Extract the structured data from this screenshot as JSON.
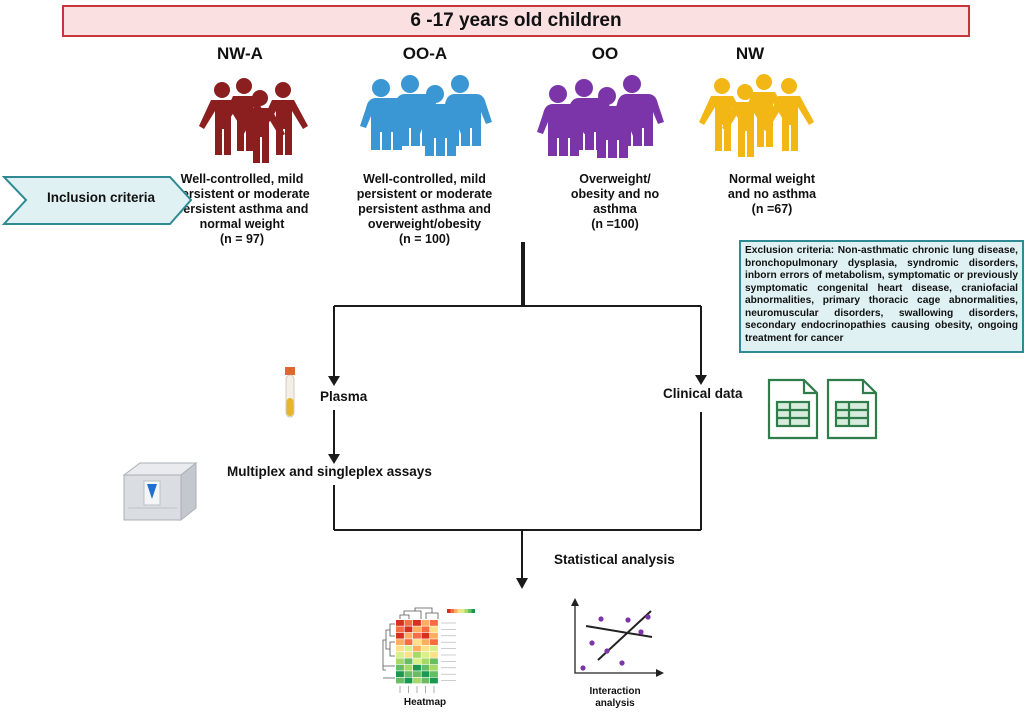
{
  "title": "6 -17 years old children",
  "groups": [
    {
      "label": "NW-A",
      "desc_lines": [
        "Well-controlled, mild",
        "persistent or moderate",
        "persistent asthma and",
        "normal weight"
      ],
      "n": "(n = 97)",
      "color": "#8b1f1f"
    },
    {
      "label": "OO-A",
      "desc_lines": [
        "Well-controlled, mild",
        "persistent or moderate",
        "persistent asthma and",
        "overweight/obesity"
      ],
      "n": "(n = 100)",
      "color": "#3a97d4"
    },
    {
      "label": "OO",
      "desc_lines": [
        "Overweight/",
        "obesity and no",
        "asthma"
      ],
      "n": "(n =100)",
      "color": "#7b35a8"
    },
    {
      "label": "NW",
      "desc_lines": [
        "Normal weight",
        "and no asthma"
      ],
      "n": "(n =67)",
      "color": "#f2b714"
    }
  ],
  "inclusion_label": "Inclusion criteria",
  "exclusion_text": "Exclusion criteria: Non-asthmatic chronic lung disease, bronchopulmonary dysplasia, syndromic disorders, inborn errors of metabolism, symptomatic or previously symptomatic congenital heart disease, craniofacial abnormalities, primary thoracic cage abnormalities, neuromuscular disorders, swallowing disorders, secondary endocrinopathies causing obesity, ongoing treatment for cancer",
  "steps": {
    "plasma": "Plasma",
    "clinical": "Clinical data",
    "assays": "Multiplex and singleplex assays",
    "stats": "Statistical analysis"
  },
  "outputs": {
    "heatmap": "Heatmap",
    "interaction_line1": "Interaction",
    "interaction_line2": "analysis"
  },
  "colors": {
    "title_fill": "#fbe0e2",
    "title_border": "#c8363d",
    "inclusion_fill": "#dff1f3",
    "inclusion_border": "#2f8a93",
    "flow_line": "#1a1a1a",
    "sheet_green": "#2e7d4a"
  }
}
